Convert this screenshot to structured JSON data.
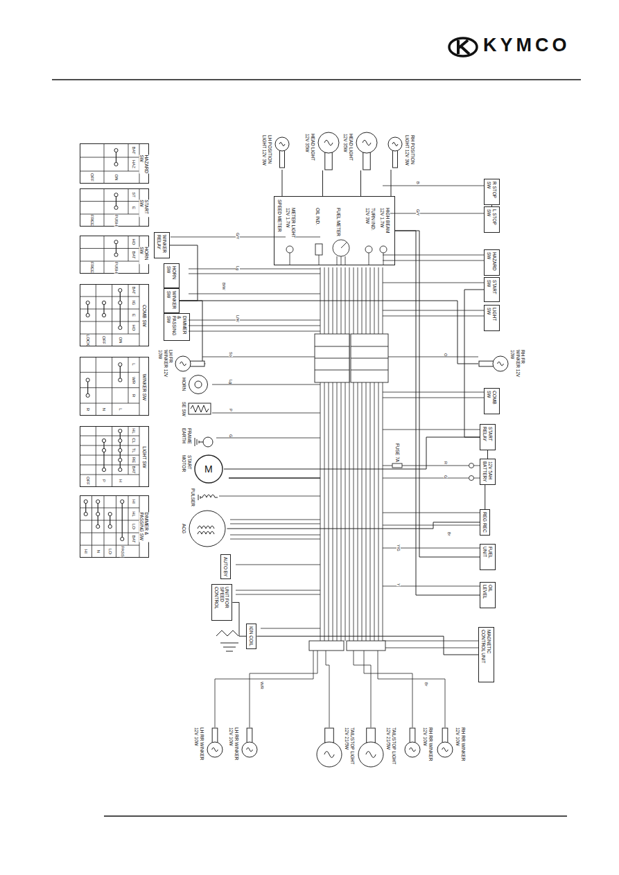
{
  "diagram": {
    "nodes": [
      {
        "text": [
          "HAZARD SW"
        ]
      },
      {
        "text": [
          "START SW"
        ]
      },
      {
        "text": [
          "HORN SW"
        ]
      },
      {
        "text": [
          "COMB SW"
        ]
      },
      {
        "text": [
          "WINKER SW"
        ]
      },
      {
        "text": [
          "LIGHT SW"
        ]
      },
      {
        "text": [
          "DIMMER & PASSING SW"
        ]
      },
      {
        "text": [
          "LH POSITION LIGHT 12V 3W"
        ]
      },
      {
        "text": [
          "HEAD LIGHT 12V 35W"
        ]
      },
      {
        "text": [
          "HEAD LIGHT 12V 35W"
        ]
      },
      {
        "text": [
          "RH POSITION LIGHT 12V 3W"
        ]
      },
      {
        "text": [
          "SPEED METER"
        ]
      },
      {
        "text": [
          "WINKER RELAY"
        ]
      },
      {
        "text": [
          "HORN SW"
        ]
      },
      {
        "text": [
          "WINKER SW"
        ]
      },
      {
        "text": [
          "DIMMER & PASSING SW"
        ]
      },
      {
        "text": [
          "LH FR WINKER 12V 10W"
        ]
      },
      {
        "text": [
          "HORN"
        ]
      },
      {
        "text": [
          "SE SW"
        ]
      },
      {
        "text": [
          "FRAME EARTH"
        ]
      },
      {
        "text": [
          "START MOTOR",
          "M"
        ]
      },
      {
        "text": [
          "PULSER"
        ]
      },
      {
        "text": [
          "ACG"
        ]
      },
      {
        "text": [
          "AUTO BY"
        ]
      },
      {
        "text": [
          "UNIT FOR SPEED CONTROL"
        ]
      },
      {
        "text": [
          "IGN COIL"
        ]
      },
      {
        "text": [
          "LH RR WINKER 12V 10W"
        ]
      },
      {
        "text": [
          "LH RR WINKER 12V 10W"
        ]
      },
      {
        "text": [
          "TAIL/STOP LIGHT 12V 21/5W"
        ]
      },
      {
        "text": [
          "TAIL/STOP LIGHT 12V 21/5W"
        ]
      },
      {
        "text": [
          "RH RR WINKER 12V 10W"
        ]
      },
      {
        "text": [
          "RH RR WINKER 12V 10W"
        ]
      },
      {
        "text": [
          "R STOP SW"
        ]
      },
      {
        "text": [
          "L STOP SW"
        ]
      },
      {
        "text": [
          "HAZARD SW"
        ]
      },
      {
        "text": [
          "START SW"
        ]
      },
      {
        "text": [
          "LIGHT SW"
        ]
      },
      {
        "text": [
          "RH FR WINKER 12V 10W"
        ]
      },
      {
        "text": [
          "COMB SW"
        ]
      },
      {
        "text": [
          "START RELAY"
        ]
      },
      {
        "text": [
          "12V 5AH BATTERY"
        ]
      },
      {
        "text": [
          "REG REC"
        ]
      },
      {
        "text": [
          "FUEL UNIT"
        ]
      },
      {
        "text": [
          "OIL LEVEL"
        ]
      },
      {
        "text": [
          "MAGNETIC CONTROL UNIT"
        ]
      }
    ],
    "edges": [
      {
        "from": 12,
        "to": 14,
        "arrow": "none"
      },
      {
        "from": 14,
        "to": 16,
        "arrow": "none"
      },
      {
        "from": 14,
        "to": 37,
        "arrow": "none"
      },
      {
        "from": 20,
        "to": 39,
        "arrow": "none"
      },
      {
        "from": 40,
        "to": 39,
        "arrow": "none"
      },
      {
        "from": 41,
        "to": 40,
        "arrow": "none"
      },
      {
        "from": 22,
        "to": 41,
        "arrow": "none"
      },
      {
        "from": 24,
        "to": 25,
        "arrow": "none"
      },
      {
        "from": 25,
        "to": 44,
        "arrow": "none"
      },
      {
        "from": 7,
        "to": 11,
        "arrow": "none"
      },
      {
        "from": 8,
        "to": 11,
        "arrow": "none"
      },
      {
        "from": 9,
        "to": 11,
        "arrow": "none"
      },
      {
        "from": 10,
        "to": 11,
        "arrow": "none"
      },
      {
        "from": 32,
        "to": 33,
        "arrow": "none"
      },
      {
        "from": 42,
        "to": 11,
        "arrow": "none"
      },
      {
        "from": 43,
        "to": 11,
        "arrow": "none"
      },
      {
        "from": 35,
        "to": 39,
        "arrow": "none"
      }
    ],
    "labels": [
      "KYMCO",
      "OFF",
      "ON",
      "BAT",
      "HAZ",
      "FREE",
      "PUSH",
      "ST",
      "E",
      "FREE",
      "PUSH",
      "HO",
      "BAT",
      "LOCK",
      "OFF",
      "ON",
      "BAT",
      "IG",
      "E",
      "HO",
      "R",
      "N",
      "L",
      "L",
      "WR",
      "R",
      "OFF",
      "P",
      "H",
      "HL",
      "CL",
      "TL",
      "RE",
      "BAT",
      "HI",
      "N",
      "LO",
      "PASS",
      "HI",
      "HL",
      "LO",
      "BAT",
      "FUSE 7A",
      "METER LIGHT 12V 1.7W",
      "OIL IND.",
      "FUEL METER",
      "TURN IND. 12V 3W",
      "HIGH BEAM 12V 1.7W",
      "G/Y",
      "Lg",
      "B/W",
      "L/W",
      "Sb",
      "Lg",
      "P",
      "G",
      "B",
      "G/Y",
      "O",
      "R",
      "G",
      "Br",
      "Y/G",
      "Y",
      "W/R",
      "Br"
    ]
  }
}
